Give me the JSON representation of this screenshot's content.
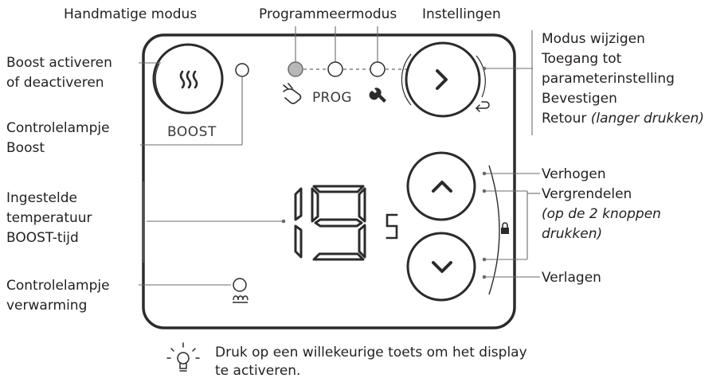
{
  "top_labels": {
    "manual": "Handmatige modus",
    "program": "Programmeermodus",
    "settings": "Instellingen"
  },
  "left_labels": {
    "boost_line1": "Boost activeren",
    "boost_line2": "of deactiveren",
    "boost_lamp_line1": "Controlelampje",
    "boost_lamp_line2": "Boost",
    "temp_line1": "Ingestelde",
    "temp_line2": "temperatuur",
    "temp_line3": "BOOST-tijd",
    "heat_lamp_line1": "Controlelampje",
    "heat_lamp_line2": "verwarming"
  },
  "right_labels": {
    "mode_line1": "Modus wijzigen",
    "mode_line2": "Toegang tot",
    "mode_line3": "parameterinstelling",
    "mode_line4": "Bevestigen",
    "mode_line5a": "Retour ",
    "mode_line5b": "(langer drukken)",
    "up": "Verhogen",
    "lock_line1": "Vergrendelen",
    "lock_line2": "(op de 2 knoppen",
    "lock_line3": "drukken)",
    "down": "Verlagen"
  },
  "device": {
    "boost_label": "BOOST",
    "prog_label": "PROG",
    "display_value": "19",
    "display_unit": "s"
  },
  "footer": {
    "line1": "Druk op een willekeurige toets om het display",
    "line2": "te activeren."
  },
  "icons": [
    "heat-waves-icon",
    "hand-icon",
    "wrench-icon",
    "chevron-right-icon",
    "return-icon",
    "chevron-up-icon",
    "chevron-down-icon",
    "lock-icon",
    "heating-coil-icon",
    "lightbulb-icon"
  ]
}
